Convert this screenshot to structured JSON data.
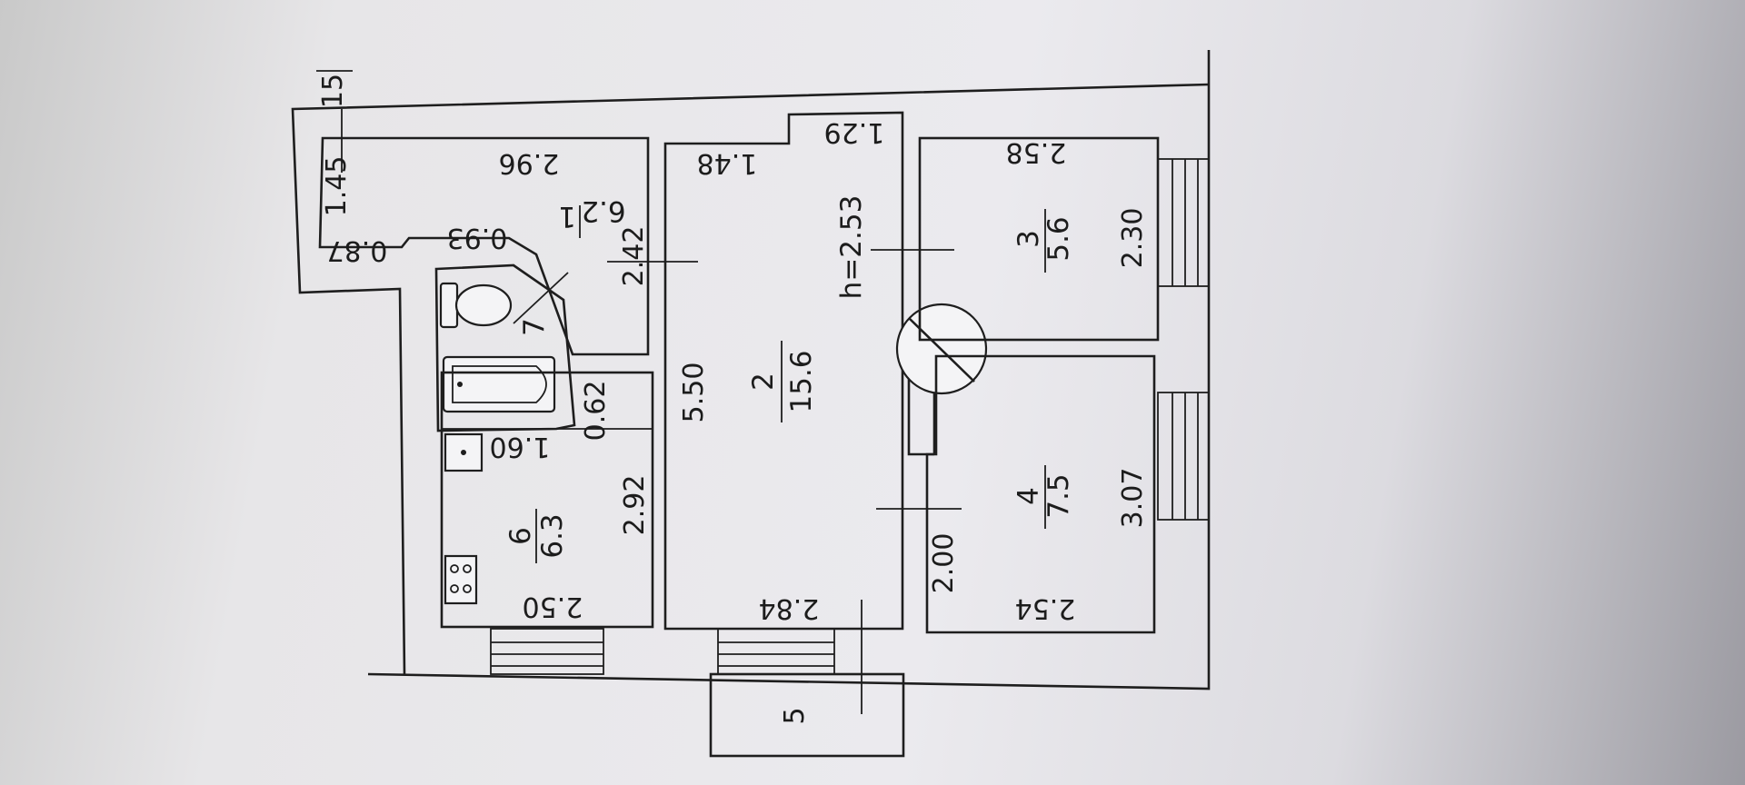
{
  "plan": {
    "ceiling_height": "h=2.53",
    "rooms": [
      {
        "number": "1",
        "area": "6.2"
      },
      {
        "number": "2",
        "area": "15.6"
      },
      {
        "number": "3",
        "area": "5.6"
      },
      {
        "number": "4",
        "area": "7.5"
      },
      {
        "number": "6",
        "area": "6.3"
      },
      {
        "number": "7"
      }
    ],
    "dimensions": {
      "d_15": "15",
      "d_145": "1.45",
      "d_087": "0.87",
      "d_093": "0.93",
      "d_296": "2.96",
      "d_242": "2.42",
      "d_062": "0.62",
      "d_160": "1.60",
      "d_292": "2.92",
      "d_250": "2.50",
      "d_550": "5.50",
      "d_148": "1.48",
      "d_129": "1.29",
      "d_284": "2.84",
      "d_258": "2.58",
      "d_230": "2.30",
      "d_200": "2.00",
      "d_307": "3.07",
      "d_254": "2.54",
      "d_5": "5"
    }
  }
}
